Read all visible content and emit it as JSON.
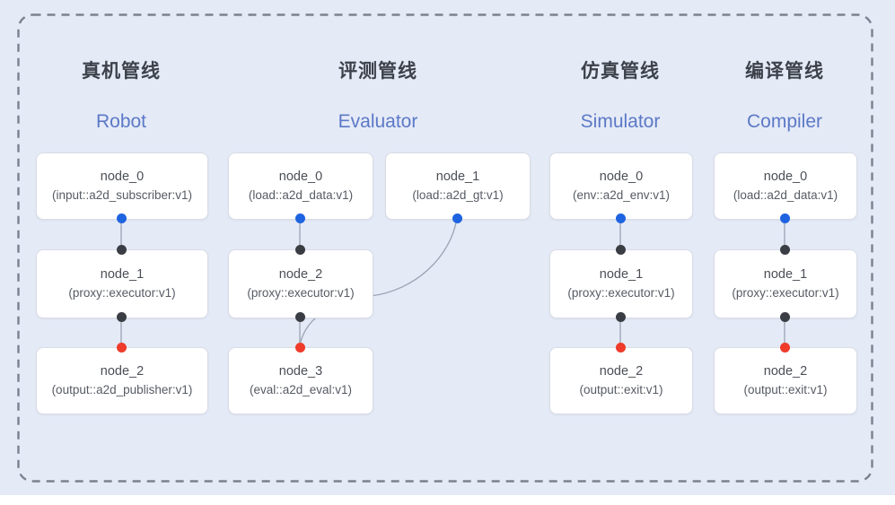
{
  "diagram": {
    "pipelines": [
      {
        "id": "robot",
        "title_zh": "真机管线",
        "title_en": "Robot",
        "nodes": [
          {
            "name": "node_0",
            "type": "(input::a2d_subscriber:v1)"
          },
          {
            "name": "node_1",
            "type": "(proxy::executor:v1)"
          },
          {
            "name": "node_2",
            "type": "(output::a2d_publisher:v1)"
          }
        ],
        "edges": [
          {
            "from": "node_0",
            "to": "node_1"
          },
          {
            "from": "node_1",
            "to": "node_2"
          }
        ]
      },
      {
        "id": "evaluator",
        "title_zh": "评测管线",
        "title_en": "Evaluator",
        "nodes": [
          {
            "name": "node_0",
            "type": "(load::a2d_data:v1)"
          },
          {
            "name": "node_1",
            "type": "(load::a2d_gt:v1)"
          },
          {
            "name": "node_2",
            "type": "(proxy::executor:v1)"
          },
          {
            "name": "node_3",
            "type": "(eval::a2d_eval:v1)"
          }
        ],
        "edges": [
          {
            "from": "node_0",
            "to": "node_2"
          },
          {
            "from": "node_1",
            "to": "node_3"
          },
          {
            "from": "node_2",
            "to": "node_3"
          }
        ]
      },
      {
        "id": "simulator",
        "title_zh": "仿真管线",
        "title_en": "Simulator",
        "nodes": [
          {
            "name": "node_0",
            "type": "(env::a2d_env:v1)"
          },
          {
            "name": "node_1",
            "type": "(proxy::executor:v1)"
          },
          {
            "name": "node_2",
            "type": "(output::exit:v1)"
          }
        ],
        "edges": [
          {
            "from": "node_0",
            "to": "node_1"
          },
          {
            "from": "node_1",
            "to": "node_2"
          }
        ]
      },
      {
        "id": "compiler",
        "title_zh": "编译管线",
        "title_en": "Compiler",
        "nodes": [
          {
            "name": "node_0",
            "type": "(load::a2d_data:v1)"
          },
          {
            "name": "node_1",
            "type": "(proxy::executor:v1)"
          },
          {
            "name": "node_2",
            "type": "(output::exit:v1)"
          }
        ],
        "edges": [
          {
            "from": "node_0",
            "to": "node_1"
          },
          {
            "from": "node_1",
            "to": "node_2"
          }
        ]
      }
    ],
    "colors": {
      "background": "#e5eaf7",
      "dashed_border": "#7b828e",
      "node_background": "#ffffff",
      "node_border": "#d9dde5",
      "edge": "#9aa2b1",
      "port_blue": "#1e63e0",
      "port_black": "#3a3e44",
      "port_red": "#ee3b2b",
      "title_zh_color": "#3c414a",
      "title_en_color": "#5b79c6"
    }
  }
}
